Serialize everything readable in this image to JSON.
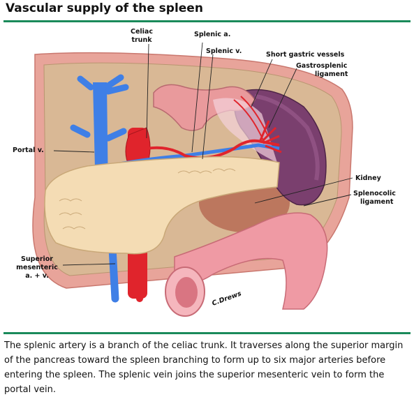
{
  "title": "Vascular supply of the spleen",
  "labels": {
    "celiac_trunk_1": "Celiac",
    "celiac_trunk_2": "trunk",
    "splenic_a": "Splenic a.",
    "splenic_v": "Splenic v.",
    "short_gastric": "Short gastric vessels",
    "gastrosplenic_1": "Gastrosplenic",
    "gastrosplenic_2": "ligament",
    "portal_v": "Portal v.",
    "kidney": "Kidney",
    "splenocolic_1": "Splenocolic",
    "splenocolic_2": "ligament",
    "sup_mes_1": "Superior",
    "sup_mes_2": "mesenteric",
    "sup_mes_3": "a. + v."
  },
  "signature": "C.Drews",
  "caption": "The splenic artery is a branch of the celiac trunk. It traverses along the superior margin of the pancreas toward the spleen branching to form up to six major arteries before entering the spleen. The splenic vein joins the superior mesenteric vein to form the portal vein.",
  "colors": {
    "accent_rule": "#1a8a5a",
    "artery": "#e0242c",
    "vein": "#3f7fe6",
    "spleen": "#7a3f6e",
    "pancreas": "#f4dcb4",
    "colon": "#ef9aa4"
  }
}
